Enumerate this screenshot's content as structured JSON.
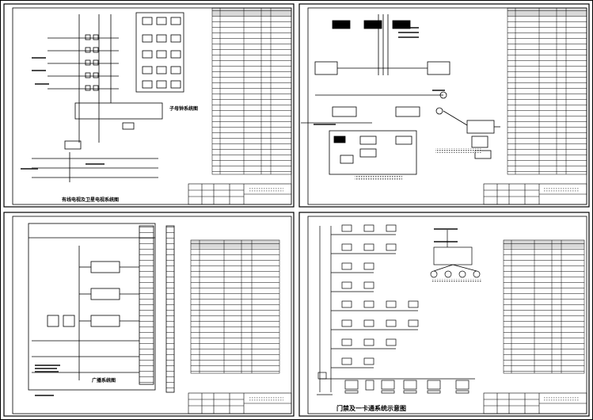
{
  "sheets": {
    "top_left": {
      "caption": "有线电视及卫星电视系统图",
      "sub_caption": "子母钟系统图"
    },
    "top_right": {
      "caption": "",
      "sub_caption": ""
    },
    "bottom_left": {
      "caption": "广播系统图",
      "sub_caption": ""
    },
    "bottom_right": {
      "caption": "门禁及一卡通系统示意图",
      "sub_caption": ""
    }
  }
}
